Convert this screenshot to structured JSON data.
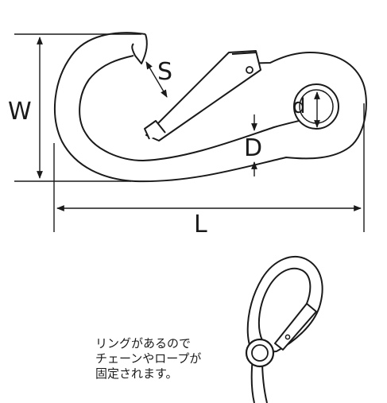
{
  "dimensions": {
    "s_label": "S",
    "w_label": "W",
    "d_label": "D",
    "eye_label": "d",
    "l_label": "L"
  },
  "caption": {
    "line1": "リングがあるので",
    "line2": "チェーンやロープが",
    "line3": "固定されます。"
  },
  "colors": {
    "stroke": "#1a1a1a",
    "fill": "#ffffff"
  }
}
